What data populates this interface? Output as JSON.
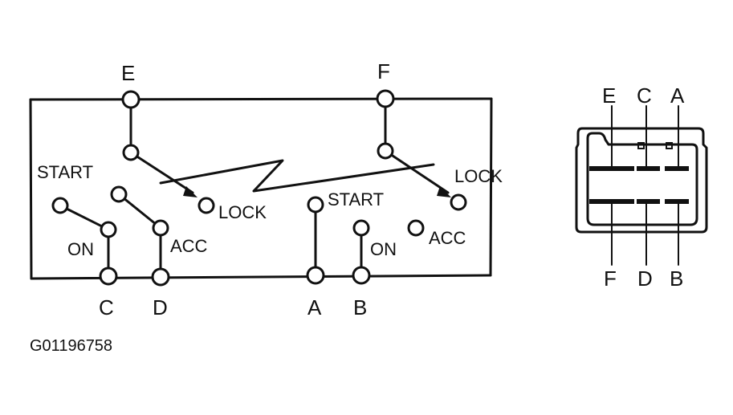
{
  "terminals": {
    "e": "E",
    "f": "F",
    "c": "C",
    "d": "D",
    "a": "A",
    "b": "B"
  },
  "positions": {
    "start_left": "START",
    "on_left": "ON",
    "acc_left": "ACC",
    "lock_left": "LOCK",
    "start_right": "START",
    "on_right": "ON",
    "acc_right": "ACC",
    "lock_right": "LOCK"
  },
  "connector": {
    "top_labels": [
      "E",
      "C",
      "A"
    ],
    "bottom_labels": [
      "F",
      "D",
      "B"
    ]
  },
  "figure_id": "G01196758"
}
